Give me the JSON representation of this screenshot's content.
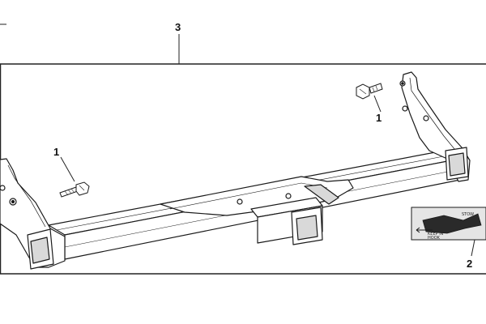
{
  "callouts": {
    "assembly": "3",
    "bolt_left": "1",
    "bolt_right": "1",
    "label": "2"
  },
  "decal": {
    "text_top": "STOW",
    "text_mid": "KEEP IN",
    "text_bot": "HOOK"
  },
  "colors": {
    "line": "#1a1a1a",
    "frame_line": "#222222",
    "fill": "#ffffff",
    "shade": "#d9d9d9",
    "decal_bg": "#2a2a2a"
  },
  "icons": [
    "bolt-icon",
    "hitch-receiver-icon",
    "decal-label-icon"
  ]
}
